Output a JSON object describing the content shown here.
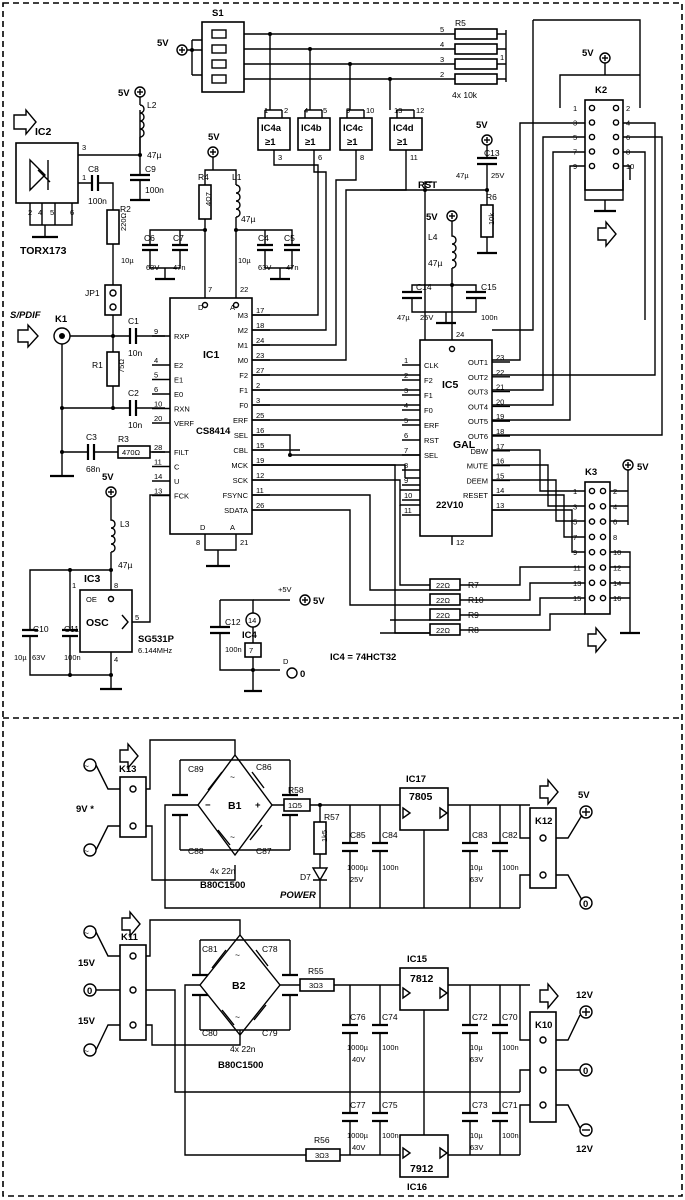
{
  "labels": {
    "s1": "S1",
    "r5": "R5",
    "r5_val": "4x 10k",
    "ic2": "IC2",
    "ic2_part": "TORX173",
    "l2": "L2",
    "l2_val": "47µ",
    "c9": "C9",
    "c9_val": "100n",
    "c8": "C8",
    "c8_val": "100n",
    "r2": "R2",
    "r2_val": "220Ω",
    "jp1": "JP1",
    "spdif": "S/PDIF",
    "k1": "K1",
    "c1": "C1",
    "c1_val": "10n",
    "r1": "R1",
    "r1_val": "75Ω",
    "c2": "C2",
    "c2_val": "10n",
    "c3": "C3",
    "c3_val": "68n",
    "r3": "R3",
    "r3_val": "470Ω",
    "r4": "R4",
    "r4_val": "4Ω7",
    "l1": "L1",
    "l1_val": "47µ",
    "c6": "C6",
    "c6_val1": "10µ",
    "c6_val2": "63V",
    "c7": "C7",
    "c7_val": "47n",
    "c4": "C4",
    "c4_val1": "10µ",
    "c4_val2": "63V",
    "c5": "C5",
    "c5_val": "47n",
    "ic1": "IC1",
    "ic1_part": "CS8414",
    "ic4a": "IC4a",
    "ic4b": "IC4b",
    "ic4c": "IC4c",
    "ic4d": "IC4d",
    "ge1": "≥1",
    "rst": "RST",
    "c13": "C13",
    "c13_val1": "47µ",
    "c13_val2": "25V",
    "r6": "R6",
    "r6_val": "10k",
    "l4": "L4",
    "l4_val": "47µ",
    "c14": "C14",
    "c14_val1": "47µ",
    "c14_val2": "25V",
    "c15": "C15",
    "c15_val": "100n",
    "ic5": "IC5",
    "ic5_gal": "GAL",
    "ic5_part": "22V10",
    "k2": "K2",
    "k3": "K3",
    "ic3": "IC3",
    "osc": "OSC",
    "oe": "OE",
    "ic3_part": "SG531P",
    "ic3_freq": "6.144MHz",
    "l3": "L3",
    "l3_val": "47µ",
    "c10": "C10",
    "c10_val1": "10µ",
    "c10_val2": "63V",
    "c11": "C11",
    "c11_val": "100n",
    "r7": "R7",
    "r8": "R8",
    "r9": "R9",
    "r10": "R10",
    "r_22": "22Ω",
    "c12": "C12",
    "c12_val": "100n",
    "ic4": "IC4",
    "ic4_note": "IC4 = 74HCT32",
    "p5v": "5V",
    "p5v_plus": "+5V",
    "gnd0": "0",
    "k13": "K13",
    "v9": "9V *",
    "b1": "B1",
    "bridge_caps": "4x 22n",
    "bridge_part": "B80C1500",
    "c89": "C89",
    "c86": "C86",
    "c88": "C88",
    "c87": "C87",
    "r58": "R58",
    "r58_val": "1Ω5",
    "r57": "R57",
    "r57_val": "1k5",
    "d7": "D7",
    "power": "POWER",
    "c85": "C85",
    "c85_val1": "1000µ",
    "c85_val2": "25V",
    "c84": "C84",
    "c84_val": "100n",
    "ic17": "IC17",
    "ic17_part": "7805",
    "c83": "C83",
    "c83_val1": "10µ",
    "c83_val2": "63V",
    "c82": "C82",
    "c82_val": "100n",
    "k12": "K12",
    "k11": "K11",
    "v15a": "15V",
    "v15b": "15V",
    "b2": "B2",
    "c81": "C81",
    "c78": "C78",
    "c80": "C80",
    "c79": "C79",
    "r55": "R55",
    "r55_val": "3Ω3",
    "r56": "R56",
    "r56_val": "3Ω3",
    "c76": "C76",
    "c76_val1": "1000µ",
    "c76_val2": "40V",
    "c74": "C74",
    "c74_val": "100n",
    "c77": "C77",
    "c77_val1": "1000µ",
    "c77_val2": "40V",
    "c75": "C75",
    "c75_val": "100n",
    "ic15": "IC15",
    "ic15_part": "7812",
    "ic16": "IC16",
    "ic16_part": "7912",
    "c72": "C72",
    "c72_val1": "10µ",
    "c72_val2": "63V",
    "c70": "C70",
    "c70_val": "100n",
    "c73": "C73",
    "c73_val1": "10µ",
    "c73_val2": "63V",
    "c71": "C71",
    "c71_val": "100n",
    "k10": "K10",
    "v12p": "12V",
    "v12n": "12V"
  },
  "ic1_left_pins": [
    {
      "num": "9",
      "name": "RXP"
    },
    {
      "num": "4",
      "name": "E2"
    },
    {
      "num": "5",
      "name": "E1"
    },
    {
      "num": "6",
      "name": "E0"
    },
    {
      "num": "10",
      "name": "RXN"
    },
    {
      "num": "20",
      "name": "VERF"
    },
    {
      "num": "28",
      "name": "FILT"
    },
    {
      "num": "11",
      "name": "C"
    },
    {
      "num": "14",
      "name": "U"
    },
    {
      "num": "13",
      "name": "FCK"
    }
  ],
  "ic1_right_pins": [
    {
      "num": "17",
      "name": "M3"
    },
    {
      "num": "18",
      "name": "M2"
    },
    {
      "num": "24",
      "name": "M1"
    },
    {
      "num": "23",
      "name": "M0"
    },
    {
      "num": "27",
      "name": "F2"
    },
    {
      "num": "2",
      "name": "F1"
    },
    {
      "num": "3",
      "name": "F0"
    },
    {
      "num": "25",
      "name": "ERF"
    },
    {
      "num": "16",
      "name": "SEL"
    },
    {
      "num": "15",
      "name": "CBL"
    },
    {
      "num": "19",
      "name": "MCK"
    },
    {
      "num": "12",
      "name": "SCK"
    },
    {
      "num": "11",
      "name": "FSYNC"
    },
    {
      "num": "26",
      "name": "SDATA"
    }
  ],
  "ic5_left_pins": [
    {
      "num": "1",
      "name": "CLK"
    },
    {
      "num": "2",
      "name": "F2"
    },
    {
      "num": "3",
      "name": "F1"
    },
    {
      "num": "4",
      "name": "F0"
    },
    {
      "num": "5",
      "name": "ERF"
    },
    {
      "num": "6",
      "name": "RST"
    },
    {
      "num": "7",
      "name": "SEL"
    },
    {
      "num": "8",
      "name": ""
    },
    {
      "num": "9",
      "name": ""
    },
    {
      "num": "10",
      "name": ""
    },
    {
      "num": "11",
      "name": ""
    }
  ],
  "ic5_right_pins": [
    {
      "num": "23",
      "name": "OUT1"
    },
    {
      "num": "22",
      "name": "OUT2"
    },
    {
      "num": "21",
      "name": "OUT3"
    },
    {
      "num": "20",
      "name": "OUT4"
    },
    {
      "num": "19",
      "name": "OUT5"
    },
    {
      "num": "18",
      "name": "OUT6"
    },
    {
      "num": "17",
      "name": "DBW"
    },
    {
      "num": "16",
      "name": "MUTE"
    },
    {
      "num": "15",
      "name": "DEEM"
    },
    {
      "num": "14",
      "name": "RESET"
    },
    {
      "num": "13",
      "name": ""
    }
  ],
  "k3_left": [
    "1",
    "3",
    "5",
    "7",
    "9",
    "11",
    "13",
    "15"
  ],
  "k3_right": [
    "2",
    "4",
    "6",
    "8",
    "10",
    "12",
    "14",
    "16"
  ],
  "k2_left": [
    "1",
    "3",
    "5",
    "7",
    "9"
  ],
  "k2_right": [
    "2",
    "4",
    "6",
    "8",
    "10"
  ]
}
